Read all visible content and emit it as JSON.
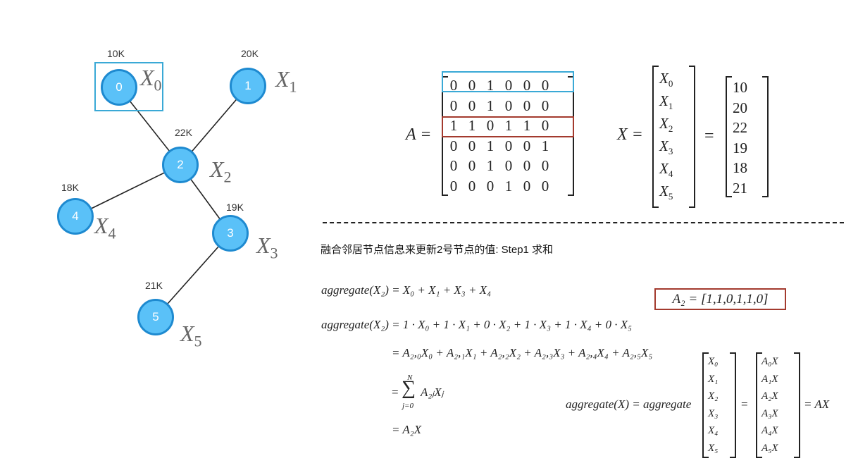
{
  "graph": {
    "nodes": [
      {
        "id": "0",
        "weight": "10K",
        "var": "X",
        "sub": "0"
      },
      {
        "id": "1",
        "weight": "20K",
        "var": "X",
        "sub": "1"
      },
      {
        "id": "2",
        "weight": "22K",
        "var": "X",
        "sub": "2"
      },
      {
        "id": "3",
        "weight": "19K",
        "var": "X",
        "sub": "3"
      },
      {
        "id": "4",
        "weight": "18K",
        "var": "X",
        "sub": "4"
      },
      {
        "id": "5",
        "weight": "21K",
        "var": "X",
        "sub": "5"
      }
    ],
    "edges": [
      [
        "0",
        "2"
      ],
      [
        "1",
        "2"
      ],
      [
        "2",
        "4"
      ],
      [
        "2",
        "3"
      ],
      [
        "3",
        "5"
      ]
    ],
    "highlight_color": "#3aa9d6",
    "node_fill": "#5ac1f8",
    "node_stroke": "#1e8ad0"
  },
  "matrix_A": {
    "label": "A =",
    "rows": [
      [
        "0",
        "0",
        "1",
        "0",
        "0",
        "0"
      ],
      [
        "0",
        "0",
        "1",
        "0",
        "0",
        "0"
      ],
      [
        "1",
        "1",
        "0",
        "1",
        "1",
        "0"
      ],
      [
        "0",
        "0",
        "1",
        "0",
        "0",
        "1"
      ],
      [
        "0",
        "0",
        "1",
        "0",
        "0",
        "0"
      ],
      [
        "0",
        "0",
        "0",
        "1",
        "0",
        "0"
      ]
    ],
    "row0_highlight_color": "#3aa9d6",
    "row2_highlight_color": "#a33a2e"
  },
  "vector_X": {
    "label": "X =",
    "equals": "=",
    "symbols": [
      "X0",
      "X1",
      "X2",
      "X3",
      "X4",
      "X5"
    ],
    "values": [
      "10",
      "20",
      "22",
      "19",
      "18",
      "21"
    ]
  },
  "step_title": "融合邻居节点信息来更新2号节点的值: Step1 求和",
  "a2_box": {
    "text": "A₂ = [1,1,0,1,1,0]",
    "border_color": "#a33a2e"
  },
  "formulas": {
    "f1": "aggregate(X₂) = X₀ + X₁ + X₃ + X₄",
    "f2": "aggregate(X₂) = 1 · X₀ + 1 · X₁ + 0 · X₂ + 1 · X₃ + 1 · X₄ + 0 · X₅",
    "f3": "= A₂,₀X₀ + A₂,₁X₁ + A₂,₂X₂ + A₂,₃X₃ + A₂,₄X₄ + A₂,₅X₅",
    "f4_eq": "=",
    "f4_sum": "∑",
    "f4_top": "N",
    "f4_bottom": "j=0",
    "f4_term": "A₂ⱼXⱼ",
    "f5": "= A₂X"
  },
  "aggregate_matrix": {
    "lhs": "aggregate(X) = aggregate",
    "col1": [
      "X₀",
      "X₁",
      "X₂",
      "X₃",
      "X₄",
      "X₅"
    ],
    "eq": "=",
    "col2": [
      "A₀X",
      "A₁X",
      "A₂X",
      "A₃X",
      "A₄X",
      "A₅X"
    ],
    "rhs": "= AX"
  }
}
